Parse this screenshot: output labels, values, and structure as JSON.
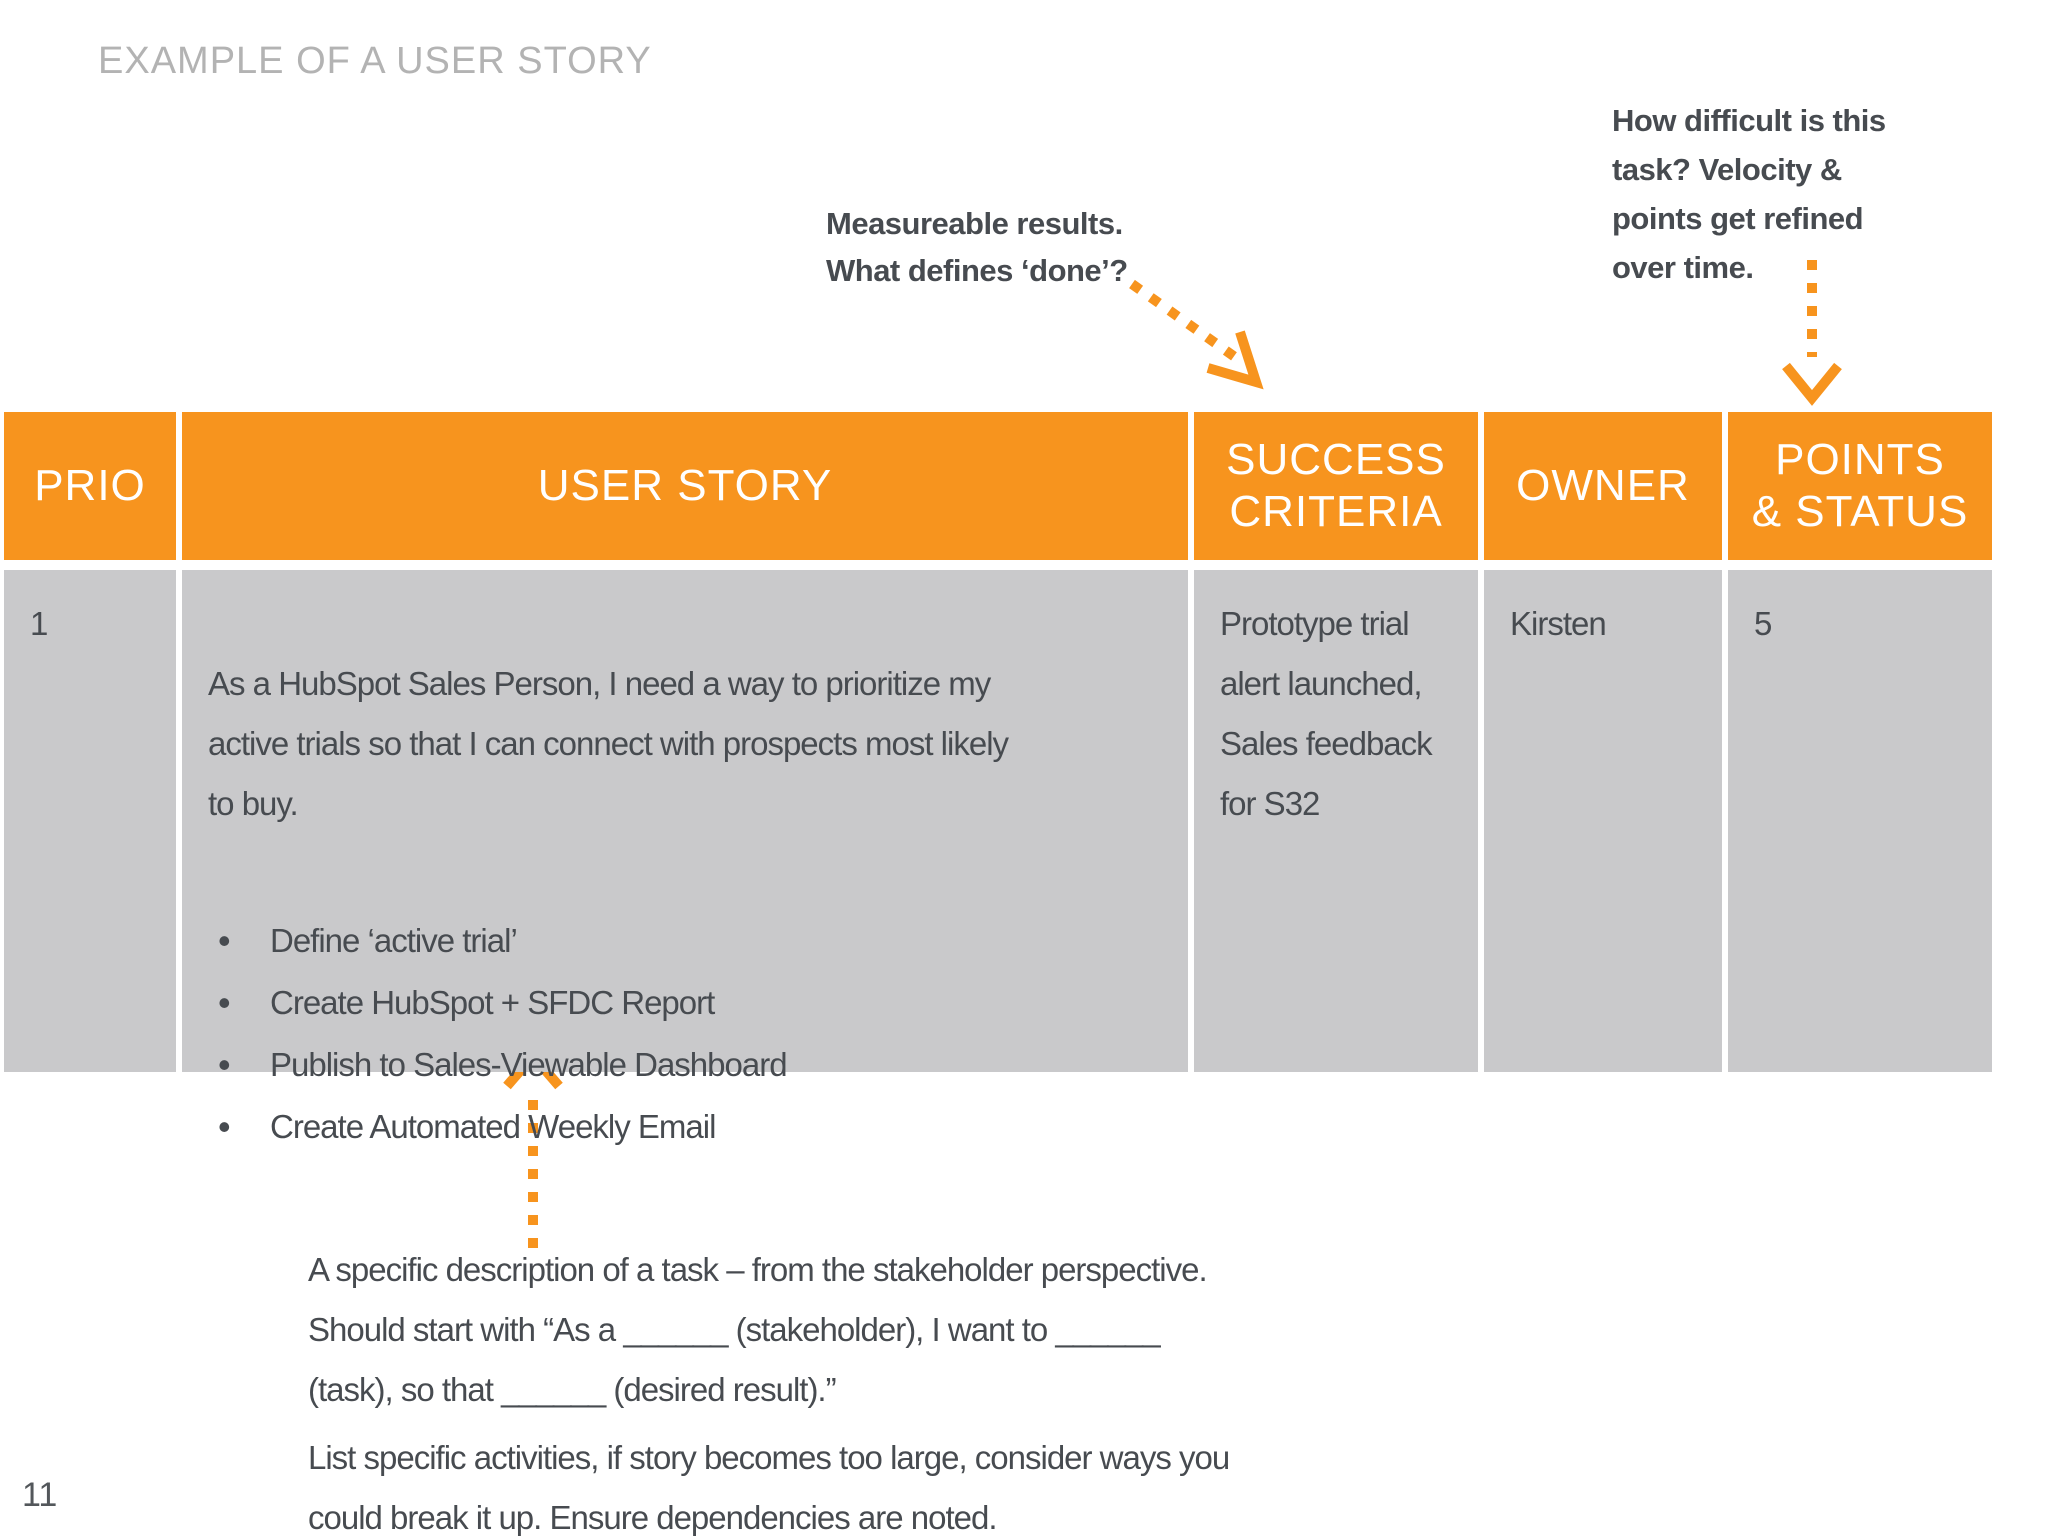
{
  "title": "EXAMPLE OF A USER STORY",
  "page": {
    "number": "11"
  },
  "annotations": {
    "success_note": "Measureable results.\nWhat defines ‘done’?",
    "points_note": "How difficult is this\ntask?  Velocity &\npoints get refined\nover time.",
    "story_note_1": "A specific description of a task – from the stakeholder perspective.\nShould start with “As a ______ (stakeholder), I want to ______\n(task), so that ______ (desired result).”",
    "story_note_2": "List specific activities, if story becomes too large, consider ways you\ncould break it up.  Ensure dependencies are noted."
  },
  "table": {
    "headers": {
      "prio": "PRIO",
      "user_story": "USER STORY",
      "success_criteria": "SUCCESS\nCRITERIA",
      "owner": "OWNER",
      "points_status": "POINTS\n& STATUS"
    },
    "row": {
      "prio": "1",
      "story_text": "As a HubSpot Sales Person, I need a way to prioritize my\nactive trials so that I can connect with prospects most likely\nto buy.",
      "story_bullets": [
        "Define ‘active trial’",
        "Create HubSpot + SFDC Report",
        "Publish to Sales-Viewable Dashboard",
        "Create Automated Weekly Email"
      ],
      "success_criteria": "Prototype trial\nalert launched,\nSales feedback\nfor S32",
      "owner": "Kirsten",
      "points": "5"
    }
  },
  "colors": {
    "accent_orange": "#F7941E",
    "cell_gray": "#C9C9CB",
    "text_dark": "#474B50",
    "title_gray": "#B3B3B3"
  }
}
